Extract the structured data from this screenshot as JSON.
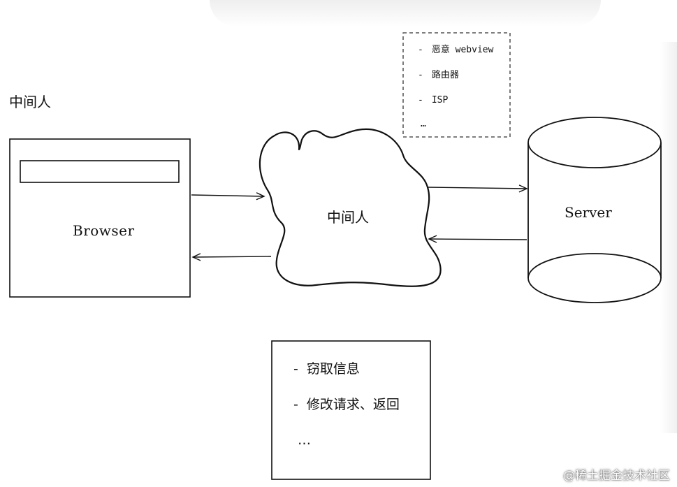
{
  "diagram": {
    "title": "中间人",
    "browser_label": "Browser",
    "middle_label": "中间人",
    "server_label": "Server",
    "middle_sources": [
      "恶意 webview",
      "路由器",
      "ISP"
    ],
    "middle_sources_more": "…",
    "attacks": [
      "窃取信息",
      "修改请求、返回"
    ],
    "attacks_more": "…",
    "list_dash": "-"
  },
  "watermark": "@稀土掘金技术社区",
  "colors": {
    "stroke": "#111111",
    "background": "#ffffff"
  }
}
